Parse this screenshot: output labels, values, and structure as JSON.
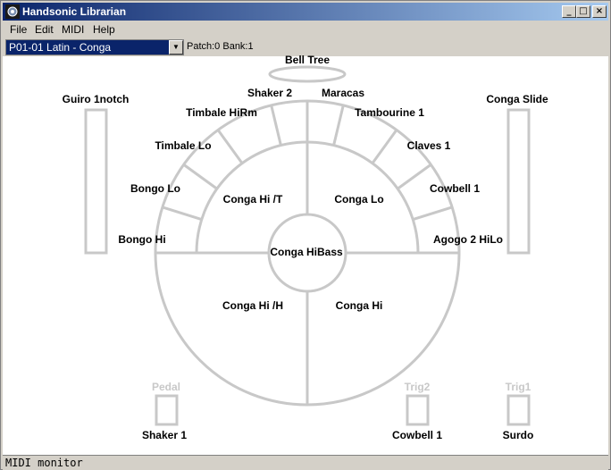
{
  "window": {
    "title": "Handsonic Librarian",
    "minimize": "_",
    "maximize": "□",
    "close": "×"
  },
  "menu": [
    "File",
    "Edit",
    "MIDI",
    "Help"
  ],
  "toolbar": {
    "patch_selected": "P01-01 Latin - Conga",
    "patch_info": "Patch:0 Bank:1"
  },
  "pads": {
    "bell_tree": "Bell Tree",
    "guiro": "Guiro 1notch",
    "conga_slide": "Conga Slide",
    "shaker2": "Shaker 2",
    "maracas": "Maracas",
    "timbale_hirm": "Timbale HiRm",
    "tambourine": "Tambourine 1",
    "timbale_lo": "Timbale Lo",
    "claves": "Claves 1",
    "bongo_lo": "Bongo Lo",
    "cowbell1_ring": "Cowbell 1",
    "conga_hi_t": "Conga Hi /T",
    "conga_lo": "Conga Lo",
    "bongo_hi": "Bongo Hi",
    "agogo": "Agogo 2 HiLo",
    "conga_hibass": "Conga HiBass",
    "conga_hi_h": "Conga Hi /H",
    "conga_hi": "Conga Hi"
  },
  "triggers": {
    "pedal": {
      "label": "Pedal",
      "sound": "Shaker 1"
    },
    "trig2": {
      "label": "Trig2",
      "sound": "Cowbell 1"
    },
    "trig1": {
      "label": "Trig1",
      "sound": "Surdo"
    }
  },
  "status": "MIDI monitor",
  "colors": {
    "titlebar_start": "#0a246a",
    "titlebar_end": "#a6caf0",
    "pad_stroke": "#c8c8c8",
    "trigger_label": "#c8c8c8"
  }
}
